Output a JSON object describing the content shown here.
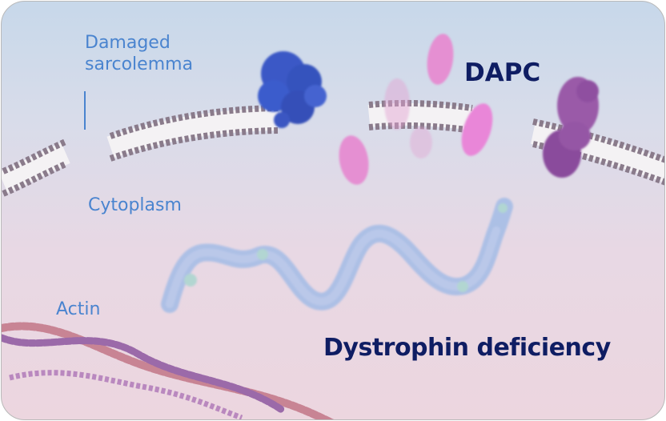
{
  "labels": {
    "damaged_line1": "Damaged",
    "damaged_line2": "sarcolemma",
    "cytoplasm": "Cytoplasm",
    "actin": "Actin",
    "dapc": "DAPC",
    "dystrophin_deficiency": "Dystrophin deficiency"
  },
  "colors": {
    "label_blue": "#4a84cf",
    "title_navy": "#0f1d63",
    "membrane_head": "#8a7b8b",
    "membrane_tail": "#f4f2f4",
    "protein_blue": "#3b59c6",
    "protein_pink": "#e58fd2",
    "protein_purple": "#9a5aa8",
    "dystrophin": "#a3bce6",
    "actin_purple": "#9b6aa9",
    "actin_pink": "#c88494"
  }
}
